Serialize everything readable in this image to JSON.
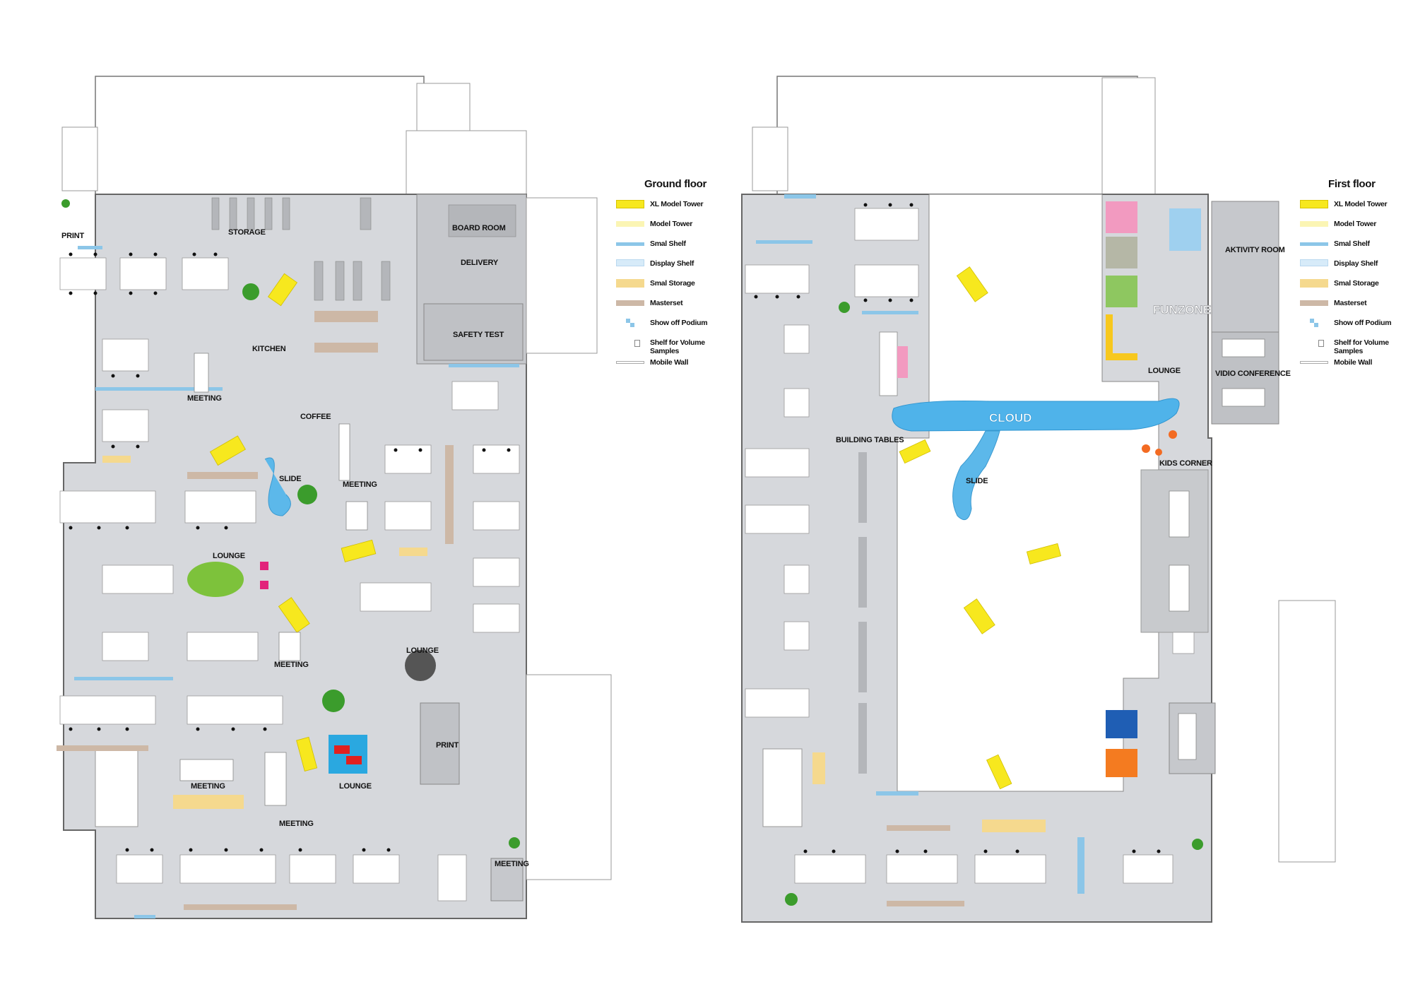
{
  "legend_items": [
    {
      "label": "XL Model Tower",
      "color": "#f7e81e"
    },
    {
      "label": "Model Tower",
      "color": "#fbf5b4"
    },
    {
      "label": "Smal Shelf",
      "color": "#8cc6e8"
    },
    {
      "label": "Display Shelf",
      "color": "#d7ebf9"
    },
    {
      "label": "Smal Storage",
      "color": "#f5d98e"
    },
    {
      "label": "Masterset",
      "color": "#cdb8a6"
    },
    {
      "label": "Show off Podium",
      "color": "#8cc6e8"
    },
    {
      "label": "Shelf for Volume Samples",
      "color": "#ffffff"
    },
    {
      "label": "Mobile Wall",
      "color": "#ffffff"
    }
  ],
  "ground_floor": {
    "title": "Ground floor",
    "rooms": {
      "print_top": "PRINT",
      "storage": "STORAGE",
      "board_room": "BOARD ROOM",
      "delivery": "DELIVERY",
      "safety_test": "SAFETY TEST",
      "kitchen": "KITCHEN",
      "meeting_1": "MEETING",
      "coffee": "COFFEE",
      "slide": "SLIDE",
      "meeting_2": "MEETING",
      "lounge_1": "LOUNGE",
      "meeting_3": "MEETING",
      "lounge_2": "LOUNGE",
      "print_bottom": "PRINT",
      "meeting_4": "MEETING",
      "lounge_3": "LOUNGE",
      "meeting_5": "MEETING",
      "meeting_6": "MEETING"
    }
  },
  "first_floor": {
    "title": "First floor",
    "rooms": {
      "aktivity_room": "AKTIVITY ROOM",
      "funzone": "FUNZONE",
      "lounge": "LOUNGE",
      "vidio_conference": "VIDIO CONFERENCE",
      "cloud": "CLOUD",
      "building_tables": "BUILDING TABLES",
      "slide": "SLIDE",
      "kids_corner": "KIDS CORNER"
    }
  }
}
